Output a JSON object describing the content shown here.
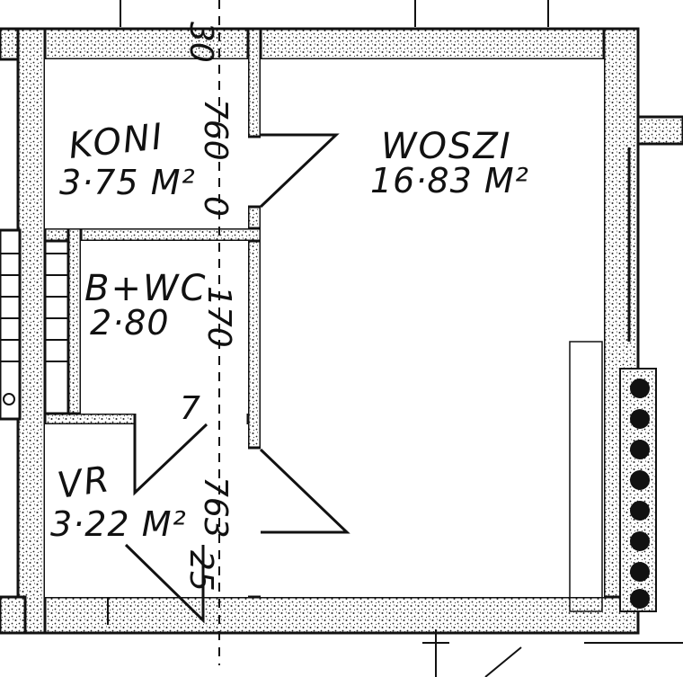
{
  "rooms": {
    "koni": {
      "name": "KONI",
      "area": "3·75 M²"
    },
    "woszi": {
      "name": "WOSZI",
      "area": "16·83 M²"
    },
    "bwc": {
      "name": "B+WC",
      "area": "2·80"
    },
    "vr": {
      "name": "VR",
      "area": "3·22 M²"
    }
  },
  "dimensions": {
    "top_fragment": "30",
    "koni_width": "760",
    "bwc_width": "170",
    "vr_width": "763",
    "wall_small": "25",
    "fragment_7": "7",
    "zero": "0"
  },
  "icons": {
    "radiator": "radiator-icon",
    "stairs": "stairs-icon"
  }
}
